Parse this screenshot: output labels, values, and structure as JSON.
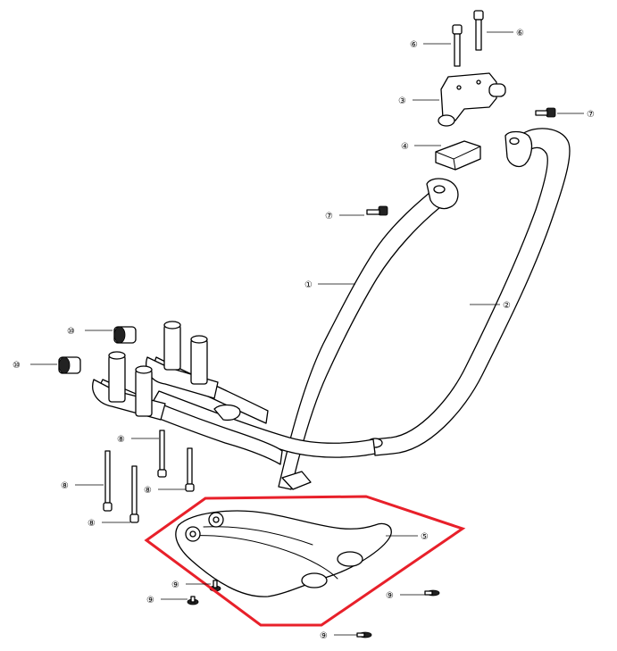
{
  "callouts": [
    {
      "id": "c6a",
      "label": "⑥"
    },
    {
      "id": "c6b",
      "label": "⑥"
    },
    {
      "id": "c3",
      "label": "③"
    },
    {
      "id": "c7a",
      "label": "⑦"
    },
    {
      "id": "c4",
      "label": "④"
    },
    {
      "id": "c7b",
      "label": "⑦"
    },
    {
      "id": "c1",
      "label": "①"
    },
    {
      "id": "c2",
      "label": "②"
    },
    {
      "id": "c10a",
      "label": "⑩"
    },
    {
      "id": "c10b",
      "label": "⑩"
    },
    {
      "id": "c8a",
      "label": "⑧"
    },
    {
      "id": "c8b",
      "label": "⑧"
    },
    {
      "id": "c8c",
      "label": "⑧"
    },
    {
      "id": "c8d",
      "label": "⑧"
    },
    {
      "id": "c5",
      "label": "⑤"
    },
    {
      "id": "c9a",
      "label": "⑨"
    },
    {
      "id": "c9b",
      "label": "⑨"
    },
    {
      "id": "c9c",
      "label": "⑨"
    },
    {
      "id": "c9d",
      "label": "⑨"
    }
  ],
  "highlight": {
    "color": "#e8202a",
    "target_part": "⑤"
  }
}
